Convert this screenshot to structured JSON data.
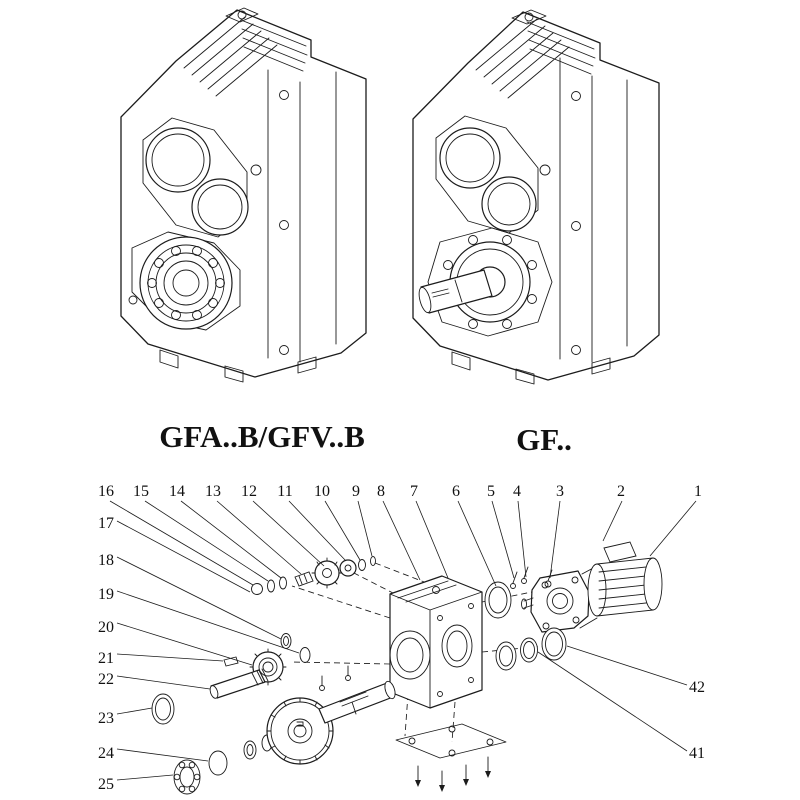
{
  "page": {
    "background": "#ffffff",
    "line_color": "#1c1c1c"
  },
  "drawings": {
    "left_label": "GFA..B/GFV..B",
    "right_label": "GF.."
  },
  "exploded": {
    "callouts": [
      {
        "label": "16"
      },
      {
        "label": "15"
      },
      {
        "label": "14"
      },
      {
        "label": "13"
      },
      {
        "label": "12"
      },
      {
        "label": "11"
      },
      {
        "label": "10"
      },
      {
        "label": "9"
      },
      {
        "label": "8"
      },
      {
        "label": "7"
      },
      {
        "label": "6"
      },
      {
        "label": "5"
      },
      {
        "label": "4"
      },
      {
        "label": "3"
      },
      {
        "label": "2"
      },
      {
        "label": "1"
      },
      {
        "label": "17"
      },
      {
        "label": "18"
      },
      {
        "label": "19"
      },
      {
        "label": "20"
      },
      {
        "label": "21"
      },
      {
        "label": "22"
      },
      {
        "label": "23"
      },
      {
        "label": "24"
      },
      {
        "label": "25"
      },
      {
        "label": "42"
      },
      {
        "label": "41"
      }
    ]
  }
}
